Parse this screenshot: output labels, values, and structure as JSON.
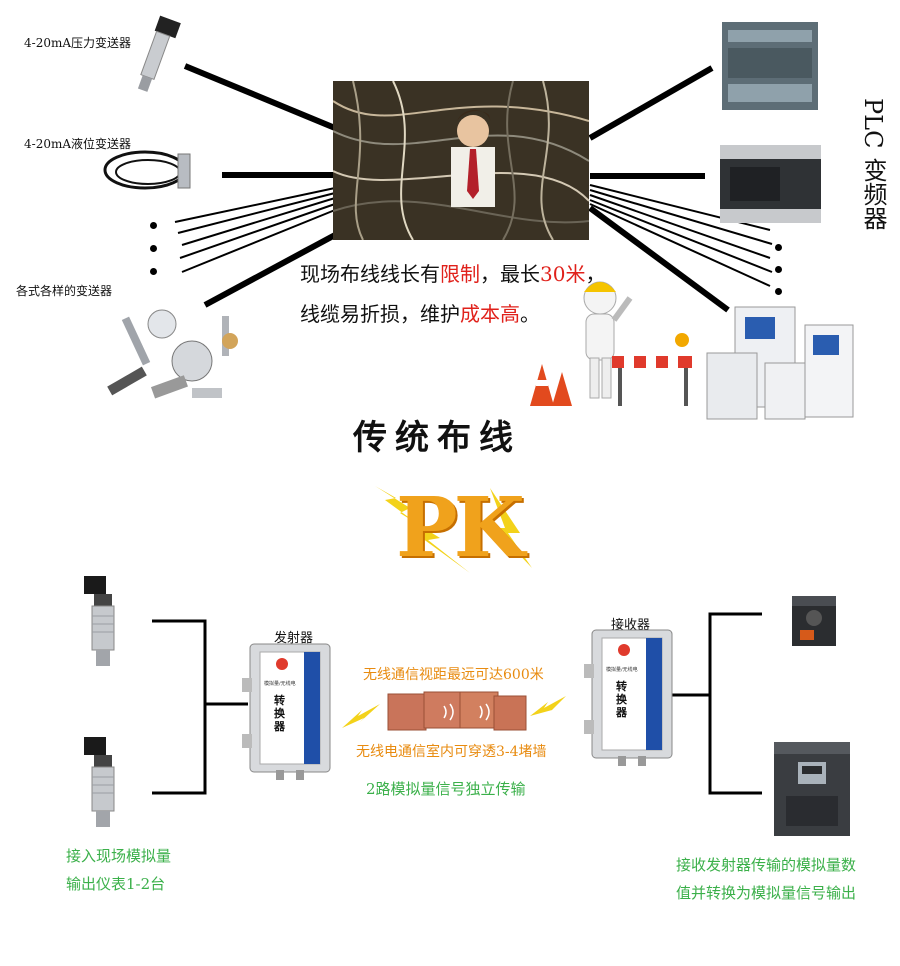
{
  "top": {
    "left_labels": {
      "pressure": "4-20mA压力变送器",
      "level": "4-20mA液位变送器",
      "various": "各式各样的变送器"
    },
    "right_vertical_label_line1": "PLC",
    "right_vertical_label_line2": "变频器",
    "caption_line1_part1": "现场布线线长有",
    "caption_line1_red1": "限制",
    "caption_line1_part2": "，最长",
    "caption_line1_red2": "30米",
    "caption_line1_part3": "，",
    "caption_line2_part1": "线缆易折损，维护",
    "caption_line2_red": "成本高",
    "caption_line2_part2": "。",
    "title": "传统布线"
  },
  "pk": {
    "text": "PK"
  },
  "bottom": {
    "transmitter_label": "发射器",
    "receiver_label": "接收器",
    "device_text": "转换器",
    "device_small": "模拟量/无线电",
    "middle_line1": "无线通信视距最远可达600米",
    "middle_line2": "无线电通信室内可穿透3-4堵墙",
    "middle_line3": "2路模拟量信号独立传输",
    "left_caption_line1": "接入现场模拟量",
    "left_caption_line2": "输出仪表1-2台",
    "right_caption_line1": "接收发射器传输的模拟量数",
    "right_caption_line2": "值并转换为模拟量信号输出"
  },
  "colors": {
    "red": "#e0211b",
    "green": "#3bb04a",
    "orange": "#e88b10",
    "pk_gold": "#f0a21c",
    "device_blue": "#1f4fa8"
  }
}
